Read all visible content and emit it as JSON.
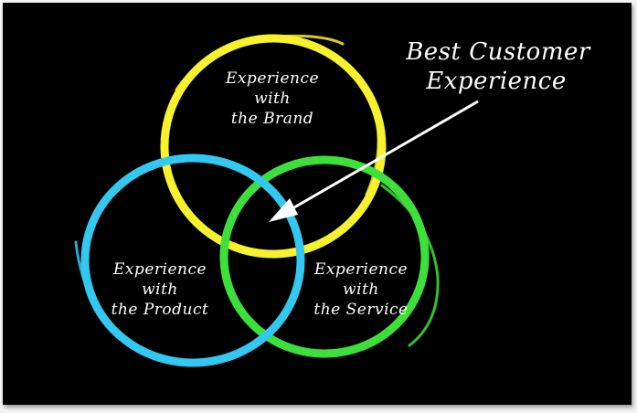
{
  "diagram": {
    "callout": {
      "line1": "Best Customer",
      "line2": "Experience"
    },
    "circles": {
      "brand": {
        "line1": "Experience",
        "line2": "with",
        "line3": "the Brand",
        "color": "#f7f22d"
      },
      "product": {
        "line1": "Experience",
        "line2": "with",
        "line3": "the Product",
        "color": "#33c8f0"
      },
      "service": {
        "line1": "Experience",
        "line2": "with",
        "line3": "the Service",
        "color": "#3de03a"
      }
    },
    "arrow_color": "#ffffff",
    "background_color": "#000000"
  }
}
